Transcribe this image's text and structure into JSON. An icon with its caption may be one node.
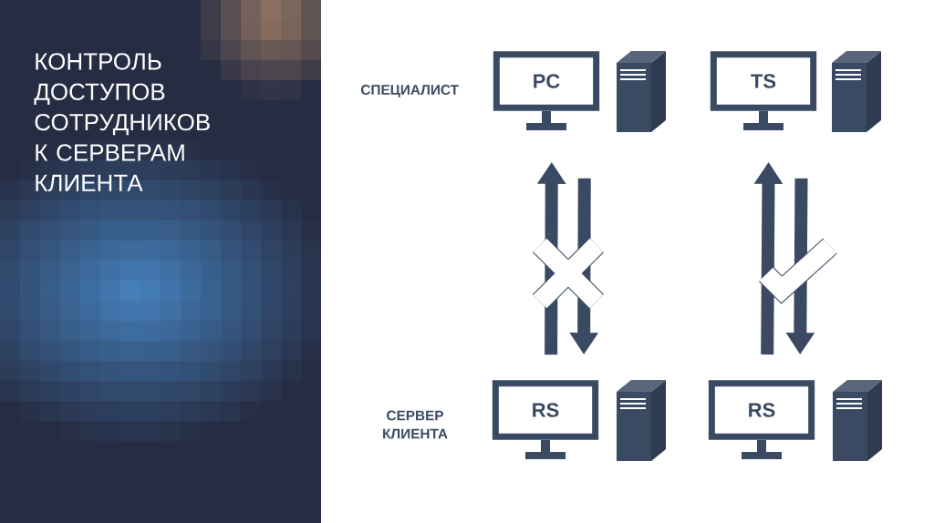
{
  "diagram": {
    "title": "КОНТРОЛЬ ДОСТУПОВ СОТРУДНИКОВ К СЕРВЕРАМ КЛИЕНТА",
    "nodes": [
      {
        "text": [
          "PC"
        ]
      },
      {
        "text": [
          "TS"
        ]
      },
      {
        "text": [
          "RS"
        ]
      },
      {
        "text": [
          "RS"
        ]
      }
    ],
    "edges": [
      {
        "from": 2,
        "to": 0,
        "arrow": "to"
      },
      {
        "from": 0,
        "to": 2,
        "arrow": "to"
      },
      {
        "from": 3,
        "to": 1,
        "arrow": "to"
      },
      {
        "from": 1,
        "to": 3,
        "arrow": "to"
      }
    ],
    "labels": [
      "СПЕЦИАЛИСТ",
      "СЕРВЕР КЛИЕНТА"
    ]
  }
}
